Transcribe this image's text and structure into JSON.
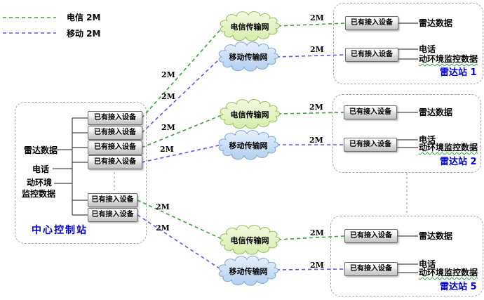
{
  "legend": {
    "items": [
      {
        "label": "电信 2M",
        "color": "#3aa33a"
      },
      {
        "label": "移动 2M",
        "color": "#5a5af0"
      }
    ]
  },
  "labels": {
    "bandwidth": "2M",
    "device": "已有接入设备",
    "telecom_cloud": "电信传输网",
    "mobile_cloud": "移动传输网"
  },
  "center_station": {
    "title": "中心控制站",
    "inputs": [
      "雷达数据",
      "电话",
      "动环境",
      "监控数据"
    ]
  },
  "stations": [
    {
      "title": "雷达站 1",
      "outputs": [
        "雷达数据",
        "电话",
        "动环境监控数据"
      ]
    },
    {
      "title": "雷达站 2",
      "outputs": [
        "雷达数据",
        "电话",
        "动环境监控数据"
      ]
    },
    {
      "title": "雷达站 5",
      "outputs": [
        "雷达数据",
        "电话",
        "动环境监控数据"
      ]
    }
  ],
  "colors": {
    "telecom_line": "#3aa33a",
    "mobile_line": "#5a5af0",
    "title_blue": "#0000e0",
    "panel_border": "#a8a8a8"
  }
}
